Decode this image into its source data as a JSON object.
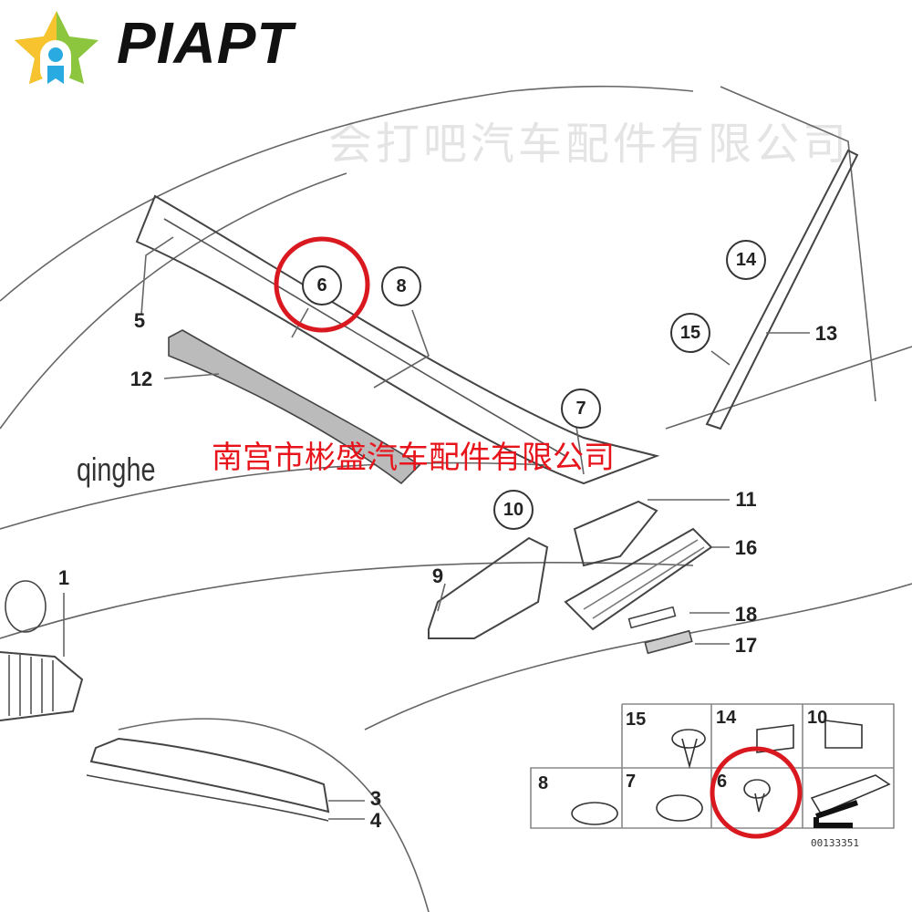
{
  "brand": {
    "name": "PIAPT",
    "logo_icon": "star-person-logo",
    "logo_colors": [
      "#f7c32e",
      "#8cc63f",
      "#29abe2"
    ]
  },
  "watermarks": {
    "company_red": "南宫市彬盛汽车配件有限公司",
    "company_grey": "会打吧汽车配件有限公司",
    "user": "qinghe"
  },
  "callouts": {
    "plain": [
      "1",
      "3",
      "4",
      "5",
      "9",
      "11",
      "12",
      "13",
      "16",
      "17",
      "18"
    ],
    "circled": [
      "6",
      "8",
      "7",
      "10",
      "14",
      "15"
    ]
  },
  "highlight_color": "#d9191f",
  "highlighted_part": "6",
  "parts_table": {
    "cells": [
      "15",
      "14",
      "10",
      "8",
      "7",
      "6"
    ],
    "diagram_number": "00133351"
  }
}
